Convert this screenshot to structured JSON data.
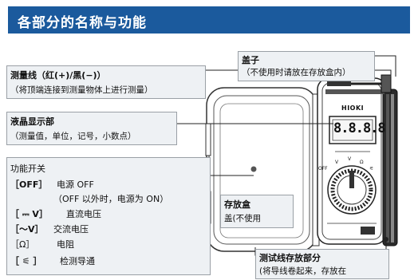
{
  "title": "各部分的名称与功能",
  "probes": {
    "heading": "测量线（红(+)/黑(−)）",
    "note": "（将顶端连接到测量物体上进行测量）"
  },
  "cap": {
    "heading": "盖子",
    "note": "（不使用时请放在存放盒内）"
  },
  "lcd": {
    "heading": "液晶显示部",
    "note": "（测量值，单位，记号，小数点）",
    "digits": "8.8.8.8"
  },
  "brand": "HIOKI",
  "dial_labels": [
    "OFF",
    "V",
    "V",
    "Ω",
    "⚟"
  ],
  "switch": {
    "heading": "功能开关",
    "items": [
      {
        "key": "［OFF］",
        "text": "电源 OFF"
      },
      {
        "key": "",
        "text": "（OFF 以外时，电源为 ON）"
      },
      {
        "key": "［ ⎓ V］",
        "text": "直流电压"
      },
      {
        "key": "［～V］",
        "text": "交流电压"
      },
      {
        "key": "［Ω］",
        "text": "电阻"
      },
      {
        "key": "［ ⚟ ］",
        "text": "检测导通"
      }
    ]
  },
  "case": {
    "heading": "存放盒",
    "note": "盖(不使用"
  },
  "storage": {
    "heading": "测试线存放部分",
    "note": "(将导线卷起来，存放在"
  },
  "colors": {
    "title_bg": "#1b5a9d",
    "box_bg": "#eef1f4",
    "device": "#2b2b2b"
  }
}
